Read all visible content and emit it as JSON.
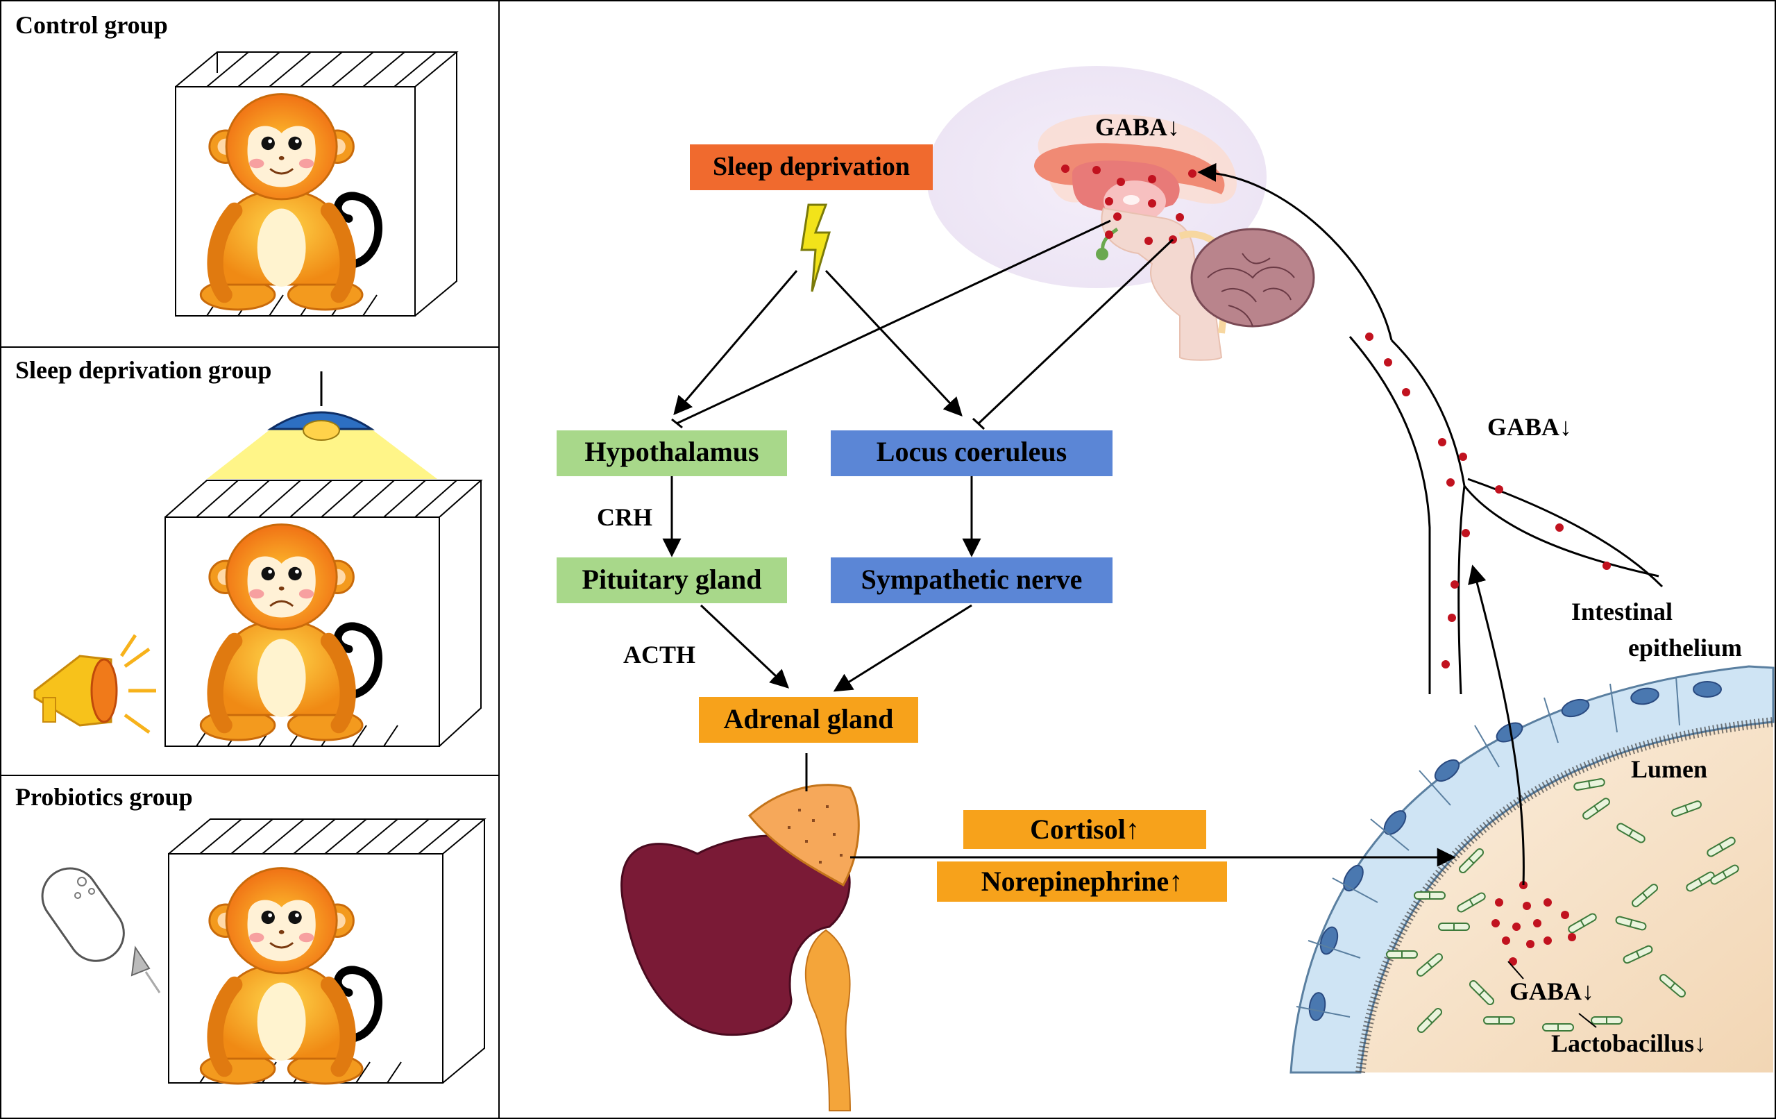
{
  "panels": {
    "control": "Control group",
    "sleep": "Sleep deprivation group",
    "probiotics": "Probiotics group"
  },
  "boxes": {
    "sleep_deprivation": "Sleep deprivation",
    "hypothalamus": "Hypothalamus",
    "locus_coeruleus": "Locus coeruleus",
    "pituitary": "Pituitary gland",
    "sympathetic": "Sympathetic nerve",
    "adrenal": "Adrenal gland",
    "cortisol": "Cortisol↑",
    "norepinephrine": "Norepinephrine↑"
  },
  "labels": {
    "crh": "CRH",
    "acth": "ACTH",
    "gaba_brain": "GABA↓",
    "gaba_nerve": "GABA↓",
    "gaba_lumen": "GABA↓",
    "intestinal": "Intestinal",
    "epithelium": "epithelium",
    "lumen": "Lumen",
    "lactobacillus": "Lactobacillus↓"
  },
  "colors": {
    "sleep_box": "#f06a2e",
    "green_box": "#a8d88a",
    "blue_box": "#5b86d6",
    "orange_box": "#f7a21b",
    "monkey_orange": "#f39a1e",
    "kidney": "#7a1a36",
    "gaba_dot": "#c1121f"
  }
}
